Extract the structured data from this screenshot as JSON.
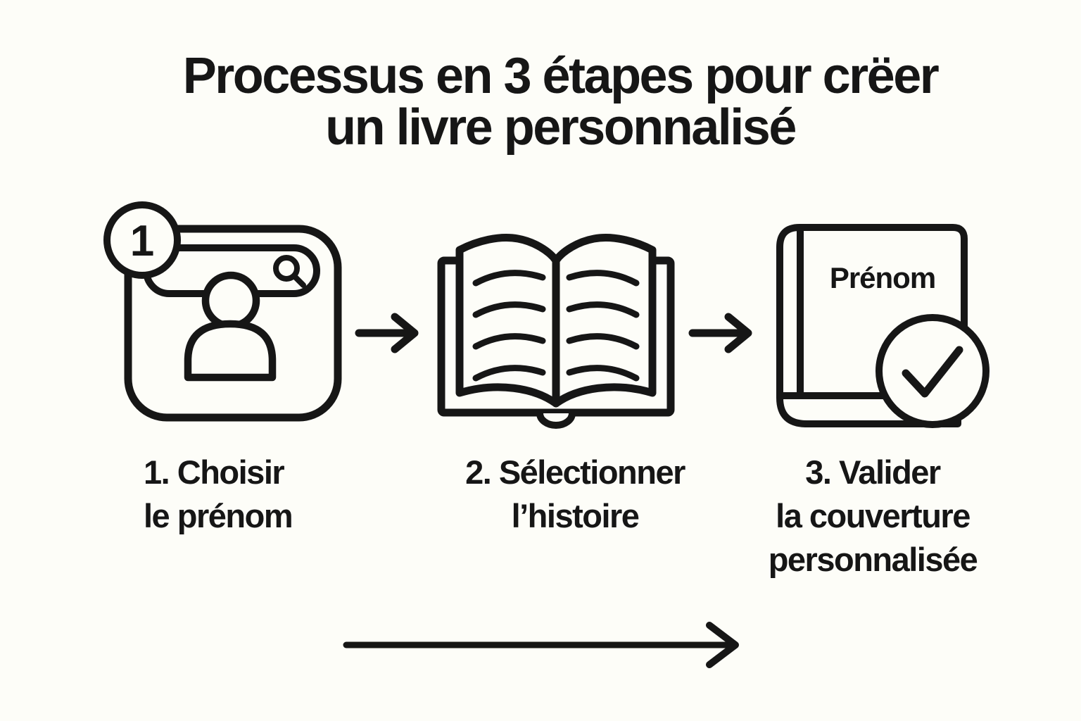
{
  "background_color": "#fdfdf8",
  "ink_color": "#161616",
  "title": {
    "line1": "Processus en 3 étapes pour crëer",
    "line2": "un livre personnalisé"
  },
  "steps": [
    {
      "badge": "1",
      "icon": "profile-search-card-icon",
      "label_line1": "1. Choisir",
      "label_line2": "le prénom"
    },
    {
      "icon": "open-book-icon",
      "label_line1": "2. Sélectionner",
      "label_line2": "l’histoire"
    },
    {
      "icon": "book-cover-check-icon",
      "cover_text": "Prénom",
      "label_line1": "3. Valider",
      "label_line2": "la couverture",
      "label_line3": "personnalisée"
    }
  ],
  "connectors": {
    "step_connector": "right-arrow-icon",
    "bottom_flow": "long-right-arrow-icon"
  }
}
